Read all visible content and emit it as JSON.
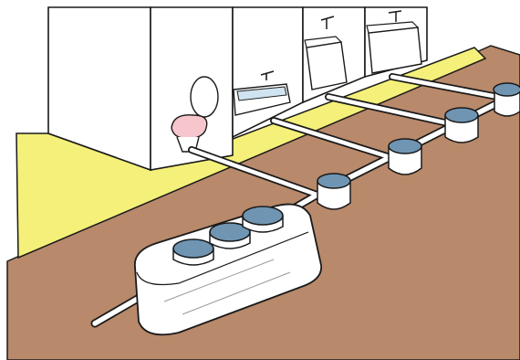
{
  "diagram": {
    "kind": "septic-drainage-illustration",
    "rooms": [
      "toilet",
      "bathtub",
      "washing-machine",
      "sink"
    ],
    "inspection_chambers": 4,
    "septic_tank_lids": 3,
    "colors": {
      "ground": "#b8896a",
      "floor": "#f4f07a",
      "walls": "#ffffff",
      "outline": "#1a1a1a",
      "lid": "#6f95b3",
      "pipe": "#ffffff",
      "toilet_seat": "#f6c6cc"
    }
  }
}
